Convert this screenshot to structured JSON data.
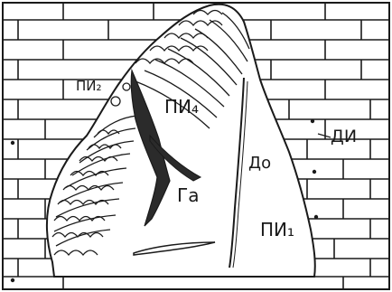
{
  "labels": {
    "pi2": "ПИ₂",
    "pi4": "ПИ₄",
    "di": "ДИ",
    "do": "До",
    "ga": "Га",
    "pi1": "ПИ₁"
  },
  "colors": {
    "ink": "#1a1a1a",
    "paper": "#ffffff",
    "shade": "#2b2b2b"
  }
}
